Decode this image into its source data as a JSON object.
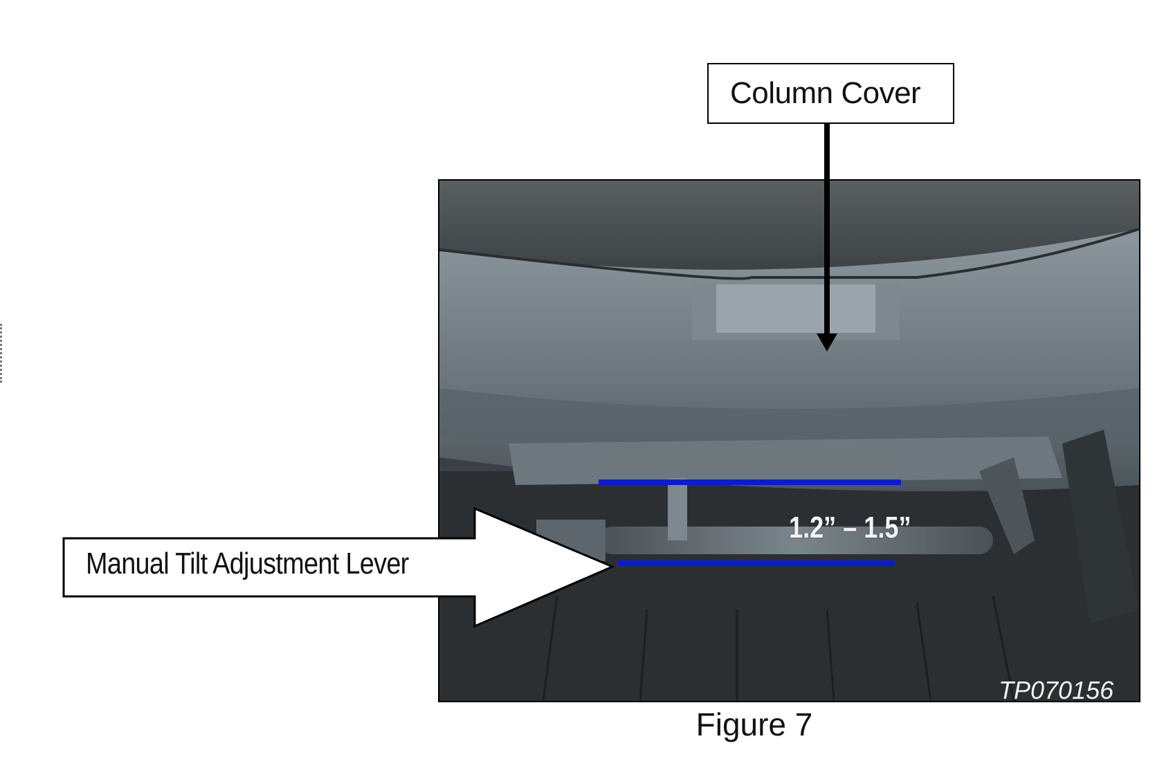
{
  "figure": {
    "caption": "Figure 7",
    "photo_id": "TP070156",
    "callouts": {
      "column_cover": "Column Cover",
      "manual_tilt_lever": "Manual Tilt Adjustment Lever",
      "measurement": "1.2” – 1.5”"
    },
    "colors": {
      "measure_line": "#0a1bd6",
      "cover_gray": "#6f7a80",
      "background": "#ffffff"
    }
  }
}
